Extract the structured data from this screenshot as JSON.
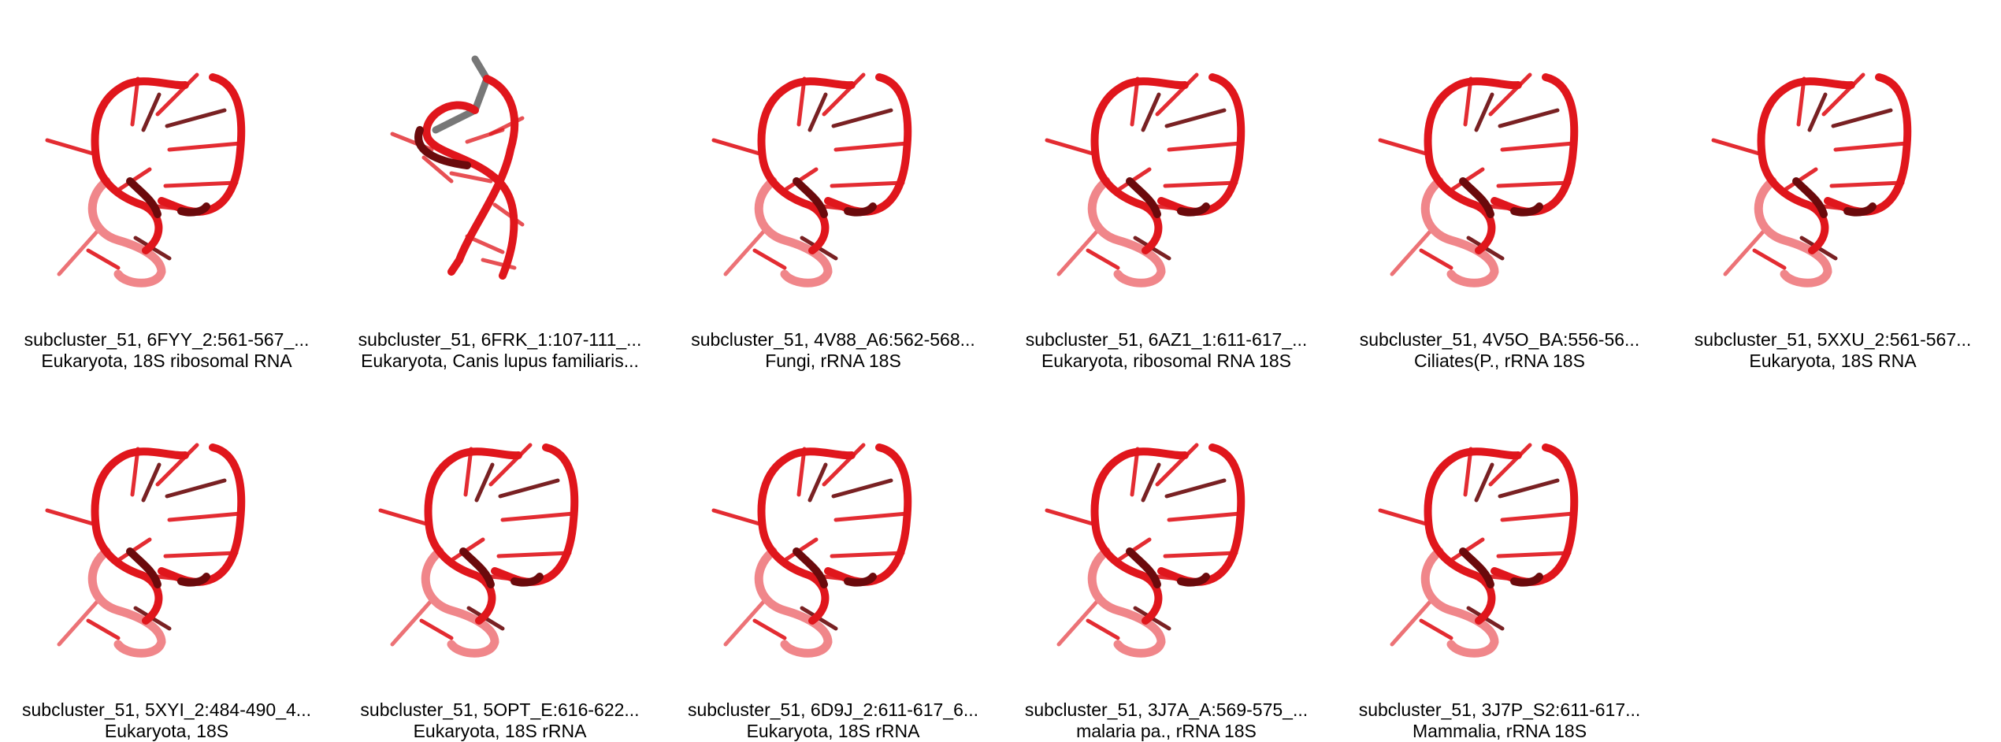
{
  "grid": [
    {
      "title": "subcluster_51, 6FYY_2:561-567_...",
      "subtitle": "Eukaryota, 18S ribosomal RNA",
      "variant": "standard",
      "colors": {
        "backbone": "#e0161c",
        "dark": "#6b0a0c",
        "light": "#f0868a"
      }
    },
    {
      "title": "subcluster_51, 6FRK_1:107-111_...",
      "subtitle": "Eukaryota, Canis lupus familiaris...",
      "variant": "gray-strand",
      "colors": {
        "backbone": "#e0161c",
        "dark": "#6b0a0c",
        "light": "#f0868a",
        "gray": "#777777"
      }
    },
    {
      "title": "subcluster_51, 4V88_A6:562-568...",
      "subtitle": "Fungi, rRNA 18S",
      "variant": "standard",
      "colors": {
        "backbone": "#e0161c",
        "dark": "#6b0a0c",
        "light": "#f0868a"
      }
    },
    {
      "title": "subcluster_51, 6AZ1_1:611-617_...",
      "subtitle": "Eukaryota, ribosomal RNA 18S",
      "variant": "standard",
      "colors": {
        "backbone": "#e0161c",
        "dark": "#6b0a0c",
        "light": "#f0868a"
      }
    },
    {
      "title": "subcluster_51, 4V5O_BA:556-56...",
      "subtitle": "Ciliates(P., rRNA 18S",
      "variant": "standard",
      "colors": {
        "backbone": "#e0161c",
        "dark": "#6b0a0c",
        "light": "#f0868a"
      }
    },
    {
      "title": "subcluster_51, 5XXU_2:561-567...",
      "subtitle": "Eukaryota, 18S RNA",
      "variant": "standard",
      "colors": {
        "backbone": "#e0161c",
        "dark": "#6b0a0c",
        "light": "#f0868a"
      }
    },
    {
      "title": "subcluster_51, 5XYI_2:484-490_4...",
      "subtitle": "Eukaryota, 18S",
      "variant": "standard",
      "colors": {
        "backbone": "#e0161c",
        "dark": "#6b0a0c",
        "light": "#f0868a"
      }
    },
    {
      "title": "subcluster_51, 5OPT_E:616-622...",
      "subtitle": "Eukaryota, 18S rRNA",
      "variant": "standard",
      "colors": {
        "backbone": "#e0161c",
        "dark": "#6b0a0c",
        "light": "#f0868a"
      }
    },
    {
      "title": "subcluster_51, 6D9J_2:611-617_6...",
      "subtitle": "Eukaryota, 18S rRNA",
      "variant": "standard",
      "colors": {
        "backbone": "#e0161c",
        "dark": "#6b0a0c",
        "light": "#f0868a"
      }
    },
    {
      "title": "subcluster_51, 3J7A_A:569-575_...",
      "subtitle": "malaria pa., rRNA 18S",
      "variant": "standard",
      "colors": {
        "backbone": "#e0161c",
        "dark": "#6b0a0c",
        "light": "#f0868a"
      }
    },
    {
      "title": "subcluster_51, 3J7P_S2:611-617...",
      "subtitle": "Mammalia, rRNA 18S",
      "variant": "standard",
      "colors": {
        "backbone": "#e0161c",
        "dark": "#6b0a0c",
        "light": "#f0868a"
      }
    }
  ]
}
